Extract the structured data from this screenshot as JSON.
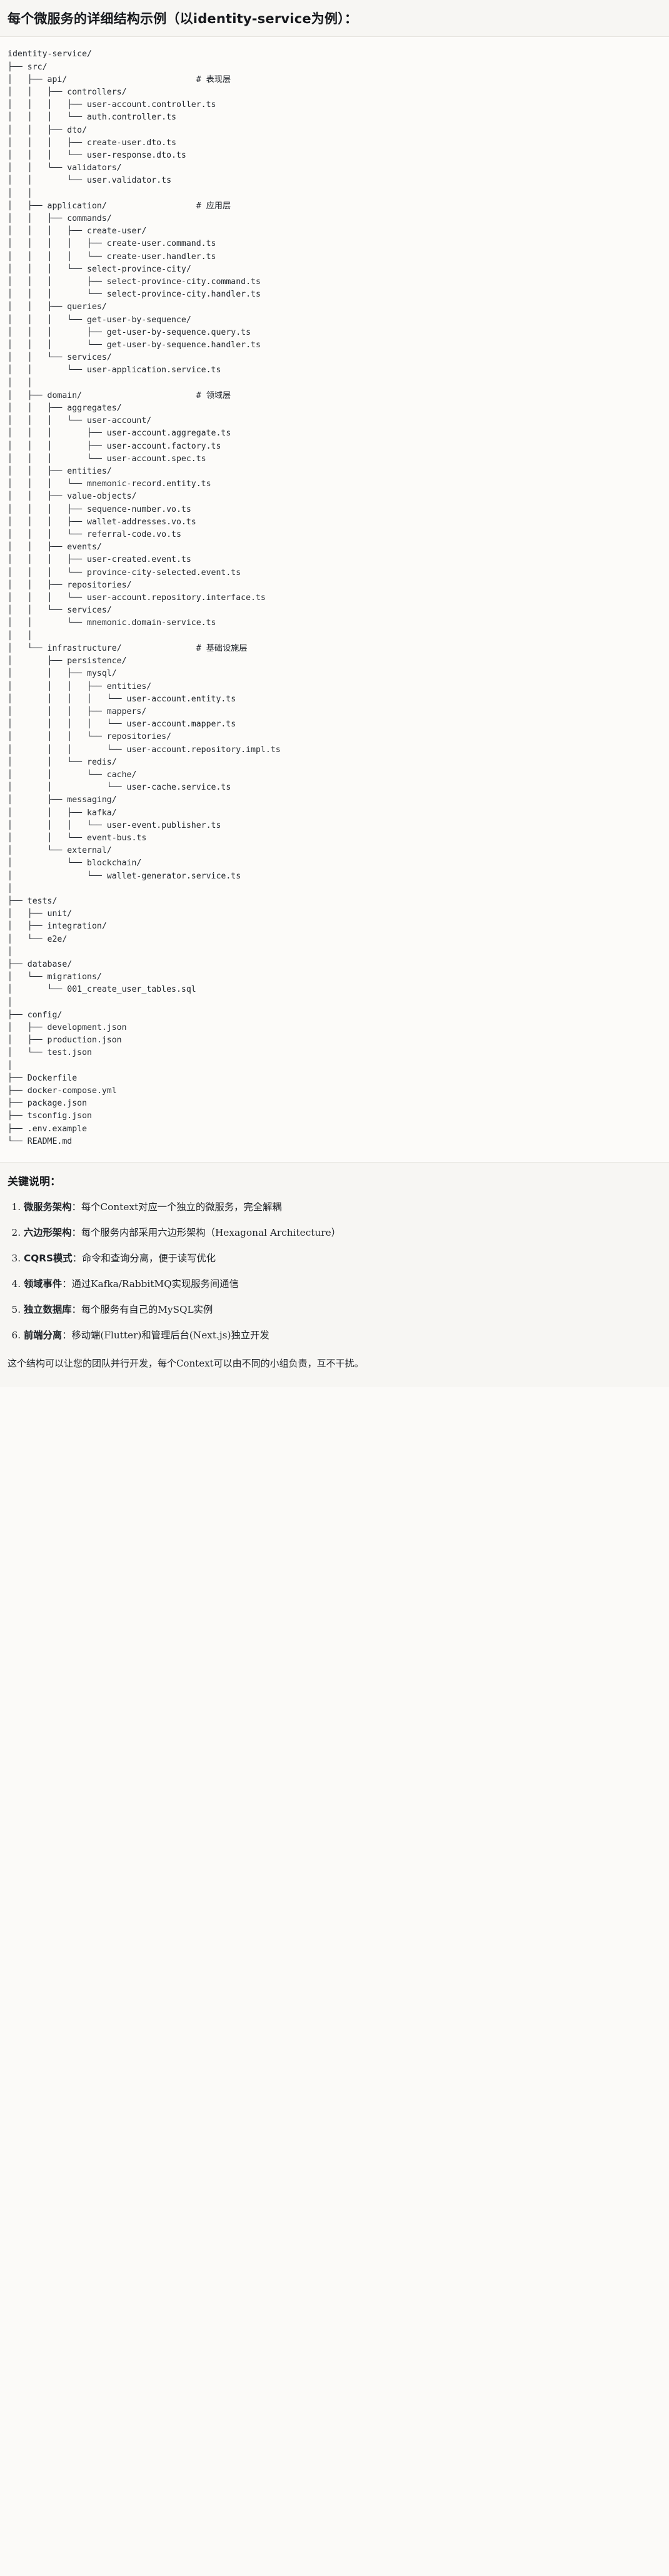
{
  "header": {
    "title": "每个微服务的详细结构示例（以identity-service为例）："
  },
  "tree": {
    "root": "identity-service/",
    "lines": [
      "identity-service/",
      "├── src/",
      "│   ├── api/                          # 表现层",
      "│   │   ├── controllers/",
      "│   │   │   ├── user-account.controller.ts",
      "│   │   │   └── auth.controller.ts",
      "│   │   ├── dto/",
      "│   │   │   ├── create-user.dto.ts",
      "│   │   │   └── user-response.dto.ts",
      "│   │   └── validators/",
      "│   │       └── user.validator.ts",
      "│   │",
      "│   ├── application/                  # 应用层",
      "│   │   ├── commands/",
      "│   │   │   ├── create-user/",
      "│   │   │   │   ├── create-user.command.ts",
      "│   │   │   │   └── create-user.handler.ts",
      "│   │   │   └── select-province-city/",
      "│   │   │       ├── select-province-city.command.ts",
      "│   │   │       └── select-province-city.handler.ts",
      "│   │   ├── queries/",
      "│   │   │   └── get-user-by-sequence/",
      "│   │   │       ├── get-user-by-sequence.query.ts",
      "│   │   │       └── get-user-by-sequence.handler.ts",
      "│   │   └── services/",
      "│   │       └── user-application.service.ts",
      "│   │",
      "│   ├── domain/                       # 领域层",
      "│   │   ├── aggregates/",
      "│   │   │   └── user-account/",
      "│   │   │       ├── user-account.aggregate.ts",
      "│   │   │       ├── user-account.factory.ts",
      "│   │   │       └── user-account.spec.ts",
      "│   │   ├── entities/",
      "│   │   │   └── mnemonic-record.entity.ts",
      "│   │   ├── value-objects/",
      "│   │   │   ├── sequence-number.vo.ts",
      "│   │   │   ├── wallet-addresses.vo.ts",
      "│   │   │   └── referral-code.vo.ts",
      "│   │   ├── events/",
      "│   │   │   ├── user-created.event.ts",
      "│   │   │   └── province-city-selected.event.ts",
      "│   │   ├── repositories/",
      "│   │   │   └── user-account.repository.interface.ts",
      "│   │   └── services/",
      "│   │       └── mnemonic.domain-service.ts",
      "│   │",
      "│   └── infrastructure/               # 基础设施层",
      "│       ├── persistence/",
      "│       │   ├── mysql/",
      "│       │   │   ├── entities/",
      "│       │   │   │   └── user-account.entity.ts",
      "│       │   │   ├── mappers/",
      "│       │   │   │   └── user-account.mapper.ts",
      "│       │   │   └── repositories/",
      "│       │   │       └── user-account.repository.impl.ts",
      "│       │   └── redis/",
      "│       │       └── cache/",
      "│       │           └── user-cache.service.ts",
      "│       ├── messaging/",
      "│       │   ├── kafka/",
      "│       │   │   └── user-event.publisher.ts",
      "│       │   └── event-bus.ts",
      "│       └── external/",
      "│           └── blockchain/",
      "│               └── wallet-generator.service.ts",
      "│",
      "├── tests/",
      "│   ├── unit/",
      "│   ├── integration/",
      "│   └── e2e/",
      "│",
      "├── database/",
      "│   └── migrations/",
      "│       └── 001_create_user_tables.sql",
      "│",
      "├── config/",
      "│   ├── development.json",
      "│   ├── production.json",
      "│   └── test.json",
      "│",
      "├── Dockerfile",
      "├── docker-compose.yml",
      "├── package.json",
      "├── tsconfig.json",
      "├── .env.example",
      "└── README.md"
    ],
    "layer_comments": [
      "# 表现层",
      "# 应用层",
      "# 领域层",
      "# 基础设施层"
    ]
  },
  "notes": {
    "title": "关键说明：",
    "items": [
      {
        "term": "微服务架构",
        "sep": "：",
        "desc": "每个Context对应一个独立的微服务，完全解耦"
      },
      {
        "term": "六边形架构",
        "sep": "：",
        "desc": "每个服务内部采用六边形架构（Hexagonal Architecture）"
      },
      {
        "term": "CQRS模式",
        "sep": "：",
        "desc": "命令和查询分离，便于读写优化"
      },
      {
        "term": "领域事件",
        "sep": "：",
        "desc": "通过Kafka/RabbitMQ实现服务间通信"
      },
      {
        "term": "独立数据库",
        "sep": "：",
        "desc": "每个服务有自己的MySQL实例"
      },
      {
        "term": "前端分离",
        "sep": "：",
        "desc": "移动端(Flutter)和管理后台(Next.js)独立开发"
      }
    ],
    "closing": "这个结构可以让您的团队并行开发，每个Context可以由不同的小组负责，互不干扰。"
  },
  "colors": {
    "page_bg": "#fbfaf8",
    "header_bg": "#f7f6f3",
    "code_bg": "#fcfbf9",
    "text": "#1f2328",
    "rule": "#e6e4df"
  }
}
